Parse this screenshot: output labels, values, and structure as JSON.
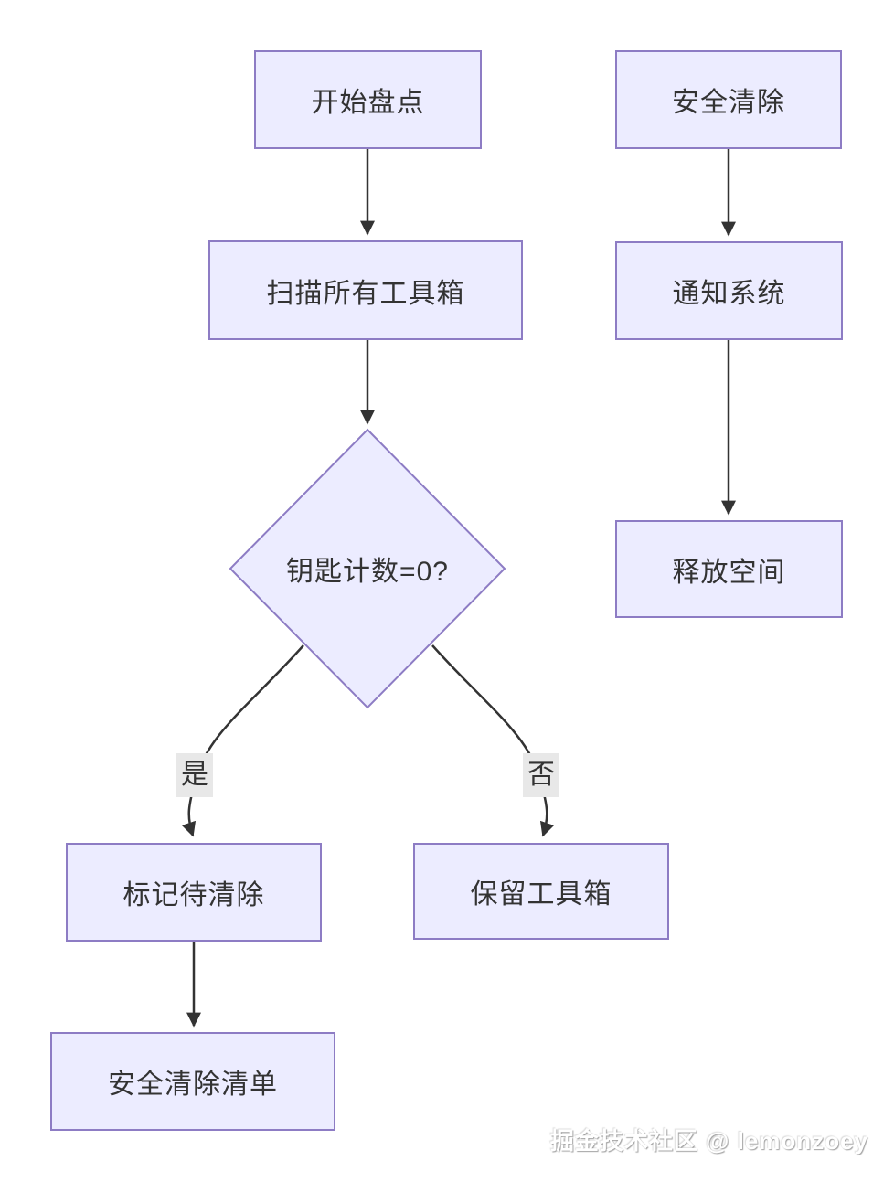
{
  "diagram": {
    "type": "flowchart",
    "nodes": {
      "start": {
        "label": "开始盘点",
        "shape": "rect"
      },
      "scan": {
        "label": "扫描所有工具箱",
        "shape": "rect"
      },
      "decision": {
        "label": "钥匙计数=0?",
        "shape": "diamond"
      },
      "mark": {
        "label": "标记待清除",
        "shape": "rect"
      },
      "list": {
        "label": "安全清除清单",
        "shape": "rect"
      },
      "keep": {
        "label": "保留工具箱",
        "shape": "rect"
      },
      "safe_clear": {
        "label": "安全清除",
        "shape": "rect"
      },
      "notify": {
        "label": "通知系统",
        "shape": "rect"
      },
      "release": {
        "label": "释放空间",
        "shape": "rect"
      }
    },
    "edges": [
      {
        "from": "开始盘点",
        "to": "扫描所有工具箱",
        "label": ""
      },
      {
        "from": "扫描所有工具箱",
        "to": "钥匙计数=0?",
        "label": ""
      },
      {
        "from": "钥匙计数=0?",
        "to": "标记待清除",
        "label": "是"
      },
      {
        "from": "钥匙计数=0?",
        "to": "保留工具箱",
        "label": "否"
      },
      {
        "from": "标记待清除",
        "to": "安全清除清单",
        "label": ""
      },
      {
        "from": "安全清除",
        "to": "通知系统",
        "label": ""
      },
      {
        "from": "通知系统",
        "to": "释放空间",
        "label": ""
      }
    ],
    "colors": {
      "node_fill": "#ECECFF",
      "node_border": "#8d7cc4",
      "edge_stroke": "#333333",
      "edge_label_bg": "#e8e8e8",
      "text": "#333333",
      "background": "#ffffff"
    }
  },
  "watermark": {
    "text": "掘金技术社区 @ lemonzoey"
  }
}
